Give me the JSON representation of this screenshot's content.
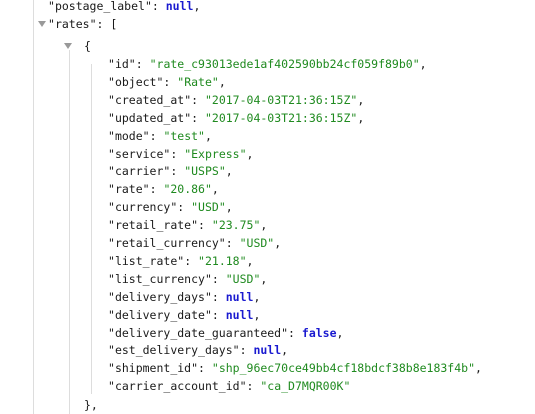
{
  "json_view": {
    "top_line": {
      "key": "postage_label",
      "value": "null"
    },
    "rates_key": "rates",
    "open_bracket": "[",
    "open_brace": "{",
    "close_line": "},",
    "rate": [
      {
        "key": "id",
        "value": "\"rate_c93013ede1af402590bb24cf059f89b0\"",
        "type": "string",
        "comma": true
      },
      {
        "key": "object",
        "value": "\"Rate\"",
        "type": "string",
        "comma": true
      },
      {
        "key": "created_at",
        "value": "\"2017-04-03T21:36:15Z\"",
        "type": "string",
        "comma": true
      },
      {
        "key": "updated_at",
        "value": "\"2017-04-03T21:36:15Z\"",
        "type": "string",
        "comma": true
      },
      {
        "key": "mode",
        "value": "\"test\"",
        "type": "string",
        "comma": true
      },
      {
        "key": "service",
        "value": "\"Express\"",
        "type": "string",
        "comma": true
      },
      {
        "key": "carrier",
        "value": "\"USPS\"",
        "type": "string",
        "comma": true
      },
      {
        "key": "rate",
        "value": "\"20.86\"",
        "type": "string",
        "comma": true
      },
      {
        "key": "currency",
        "value": "\"USD\"",
        "type": "string",
        "comma": true
      },
      {
        "key": "retail_rate",
        "value": "\"23.75\"",
        "type": "string",
        "comma": true
      },
      {
        "key": "retail_currency",
        "value": "\"USD\"",
        "type": "string",
        "comma": true
      },
      {
        "key": "list_rate",
        "value": "\"21.18\"",
        "type": "string",
        "comma": true
      },
      {
        "key": "list_currency",
        "value": "\"USD\"",
        "type": "string",
        "comma": true
      },
      {
        "key": "delivery_days",
        "value": "null",
        "type": "keyword",
        "comma": true
      },
      {
        "key": "delivery_date",
        "value": "null",
        "type": "keyword",
        "comma": true
      },
      {
        "key": "delivery_date_guaranteed",
        "value": "false",
        "type": "keyword",
        "comma": true
      },
      {
        "key": "est_delivery_days",
        "value": "null",
        "type": "keyword",
        "comma": true
      },
      {
        "key": "shipment_id",
        "value": "\"shp_96ec70ce49bb4cf18bdcf38b8e183f4b\"",
        "type": "string",
        "comma": true
      },
      {
        "key": "carrier_account_id",
        "value": "\"ca_D7MQR00K\"",
        "type": "string",
        "comma": false
      }
    ]
  }
}
